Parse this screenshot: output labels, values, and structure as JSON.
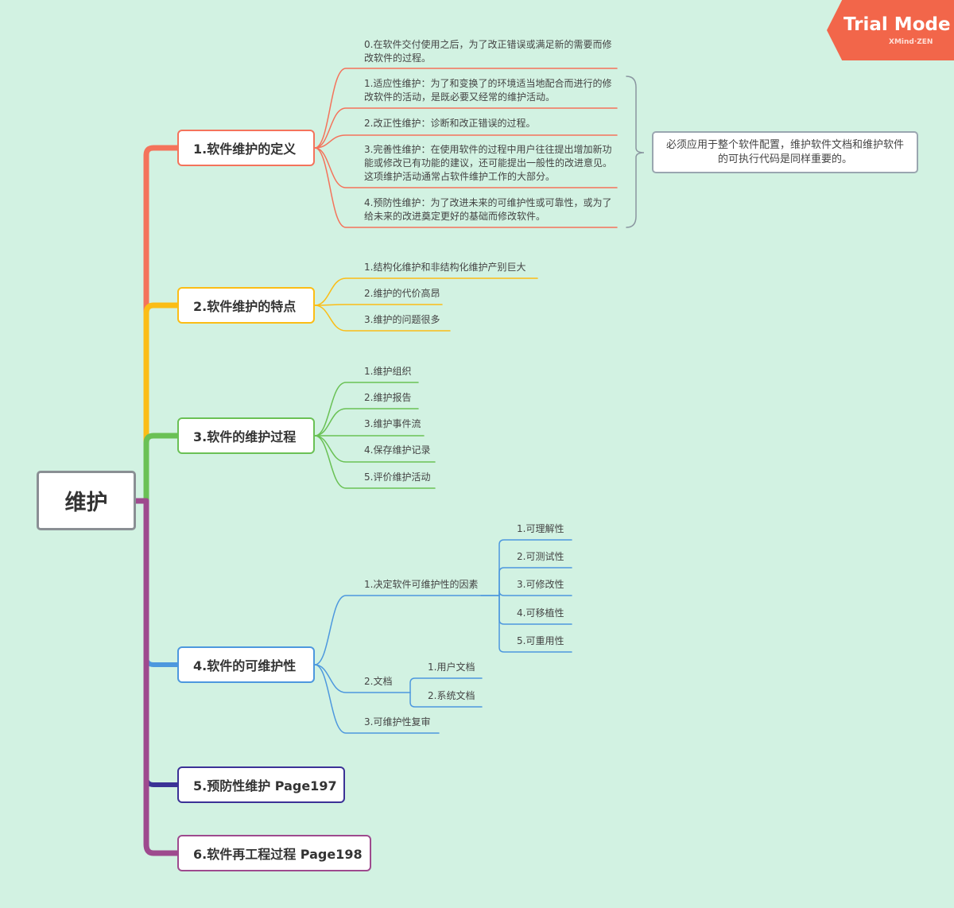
{
  "root": {
    "label": "维护"
  },
  "watermark": {
    "title": "Trial Mode",
    "brand": "XMind·ZEN"
  },
  "colors": {
    "branch1": "#f4735b",
    "branch2": "#fbbd16",
    "branch3": "#6ac155",
    "branch4": "#4d98de",
    "branch5": "#3b3296",
    "branch6": "#9e4a8e",
    "note_border": "#9aa6b0",
    "background": "#d2f2e2"
  },
  "topics": [
    {
      "label": "1.软件维护的定义",
      "children": [
        "0.在软件交付使用之后，为了改正错误或满足新的需要而修改软件的过程。",
        "1.适应性维护：为了和变换了的环境适当地配合而进行的修改软件的活动，是既必要又经常的维护活动。",
        "2.改正性维护：诊断和改正错误的过程。",
        "3.完善性维护：在使用软件的过程中用户往往提出增加新功能或修改已有功能的建议，还可能提出一般性的改进意见。 这项维护活动通常占软件维护工作的大部分。",
        "4.预防性维护：为了改进未来的可维护性或可靠性，或为了给未来的改进奠定更好的基础而修改软件。"
      ],
      "summary": "必须应用于整个软件配置，维护软件文档和维护软件的可执行代码是同样重要的。"
    },
    {
      "label": "2.软件维护的特点",
      "children": [
        "1.结构化维护和非结构化维护产别巨大",
        "2.维护的代价高昂",
        "3.维护的问题很多"
      ]
    },
    {
      "label": "3.软件的维护过程",
      "children": [
        "1.维护组织",
        "2.维护报告",
        "3.维护事件流",
        "4.保存维护记录",
        "5.评价维护活动"
      ]
    },
    {
      "label": "4.软件的可维护性",
      "children": [
        {
          "label": "1.决定软件可维护性的因素",
          "children": [
            "1.可理解性",
            "2.可测试性",
            "3.可修改性",
            "4.可移植性",
            "5.可重用性"
          ]
        },
        {
          "label": "2.文档",
          "children": [
            "1.用户文档",
            "2.系统文档"
          ]
        },
        {
          "label": "3.可维护性复审",
          "children": []
        }
      ]
    },
    {
      "label": "5.预防性维护 Page197",
      "children": []
    },
    {
      "label": "6.软件再工程过程 Page198",
      "children": []
    }
  ]
}
